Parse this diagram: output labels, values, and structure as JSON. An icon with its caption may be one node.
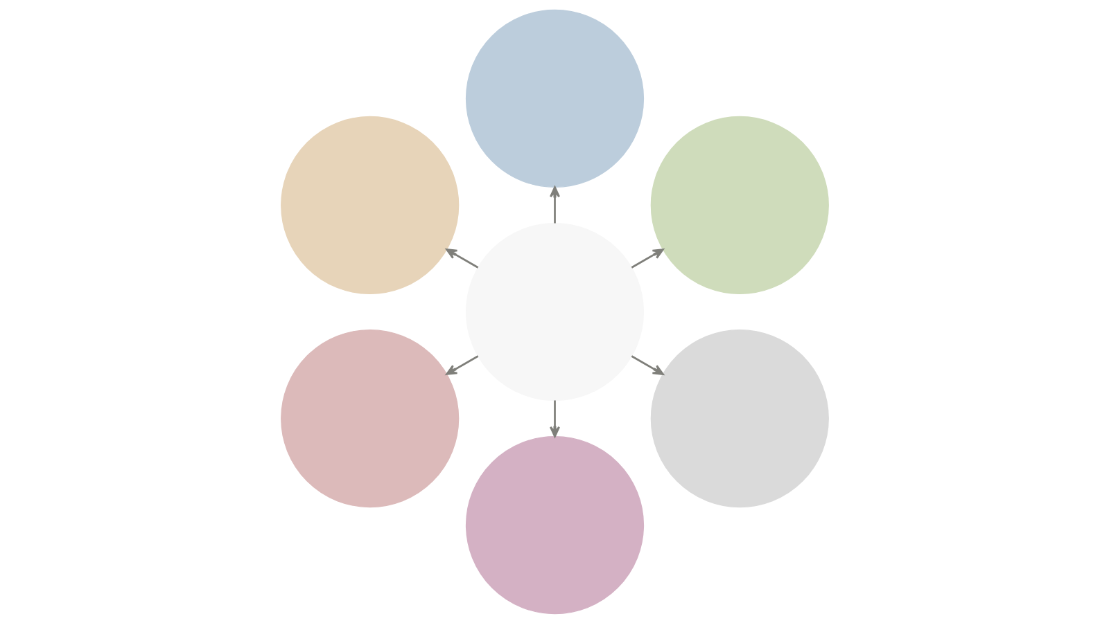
{
  "diagram": {
    "nodes": [
      {
        "text": [],
        "shape": "circle"
      },
      {
        "text": [],
        "shape": "circle"
      },
      {
        "text": [],
        "shape": "circle"
      },
      {
        "text": [],
        "shape": "circle"
      },
      {
        "text": [],
        "shape": "circle"
      },
      {
        "text": [],
        "shape": "circle"
      },
      {
        "text": [],
        "shape": "circle"
      }
    ],
    "edges": [
      {
        "from": 3,
        "to": 0,
        "arrow": "to"
      },
      {
        "from": 3,
        "to": 1,
        "arrow": "to"
      },
      {
        "from": 3,
        "to": 2,
        "arrow": "to"
      },
      {
        "from": 3,
        "to": 4,
        "arrow": "to"
      },
      {
        "from": 3,
        "to": 5,
        "arrow": "to"
      },
      {
        "from": 3,
        "to": 6,
        "arrow": "to"
      }
    ]
  }
}
